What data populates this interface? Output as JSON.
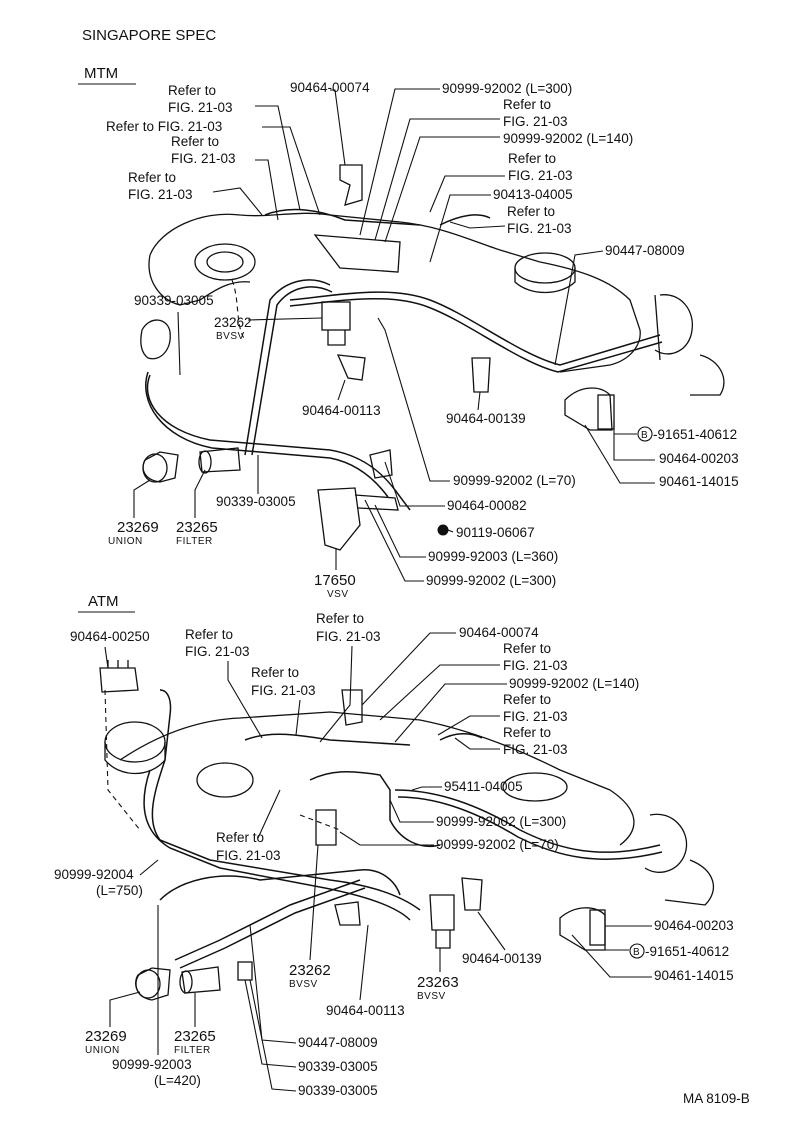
{
  "header": "SINGAPORE SPEC",
  "footer_code": "MA 8109-B",
  "mtm": {
    "title": "MTM",
    "refer_fig": "Refer to FIG. 21-03",
    "refer_to": "Refer to",
    "fig": "FIG. 21-03",
    "fig_caps": "FIG. 21-03",
    "labels": {
      "p90464_00074": "90464-00074",
      "p90999_92002_l300_top": "90999-92002 (L=300)",
      "p90999_92002_l140": "90999-92002 (L=140)",
      "p90413_04005": "90413-04005",
      "p90447_08009": "90447-08009",
      "p90339_03005_a": "90339-03005",
      "p23262": "23262",
      "bvsv": "BVSV",
      "p90464_00113": "90464-00113",
      "p90464_00139": "90464-00139",
      "b_mark": "B",
      "p91651_40612": "-91651-40612",
      "p90464_00203": "90464-00203",
      "p90461_14015": "90461-14015",
      "p90999_92002_l70": "90999-92002 (L=70)",
      "p90464_00082": "90464-00082",
      "p90339_03005_b": "90339-03005",
      "p90119_06067": "90119-06067",
      "p90999_92003_l360": "90999-92003 (L=360)",
      "p90999_92002_l300_bot": "90999-92002 (L=300)",
      "p23269": "23269",
      "union": "UNION",
      "p23265": "23265",
      "filter": "FILTER",
      "p17650": "17650",
      "vsv": "VSV"
    }
  },
  "atm": {
    "title": "ATM",
    "refer_to": "Refer to",
    "fig": "FIG. 21-03",
    "labels": {
      "p90464_00250": "90464-00250",
      "p90464_00074": "90464-00074",
      "p90999_92002_l140": "90999-92002 (L=140)",
      "p95411_04005": "95411-04005",
      "p90999_92002_l300": "90999-92002 (L=300)",
      "p90999_92002_l70": "90999-92002 (L=70)",
      "p90999_92004": "90999-92004",
      "l750": "(L=750)",
      "p23262": "23262",
      "bvsv_a": "BVSV",
      "p23263": "23263",
      "bvsv_b": "BVSV",
      "p90464_00139": "90464-00139",
      "p90464_00203": "90464-00203",
      "b_mark": "B",
      "p91651_40612": "-91651-40612",
      "p90461_14015": "90461-14015",
      "p90464_00113": "90464-00113",
      "p90447_08009": "90447-08009",
      "p90339_03005_a": "90339-03005",
      "p90339_03005_b": "90339-03005",
      "p23269": "23269",
      "union": "UNION",
      "p23265": "23265",
      "filter": "FILTER",
      "p90999_92003": "90999-92003",
      "l420": "(L=420)"
    }
  }
}
